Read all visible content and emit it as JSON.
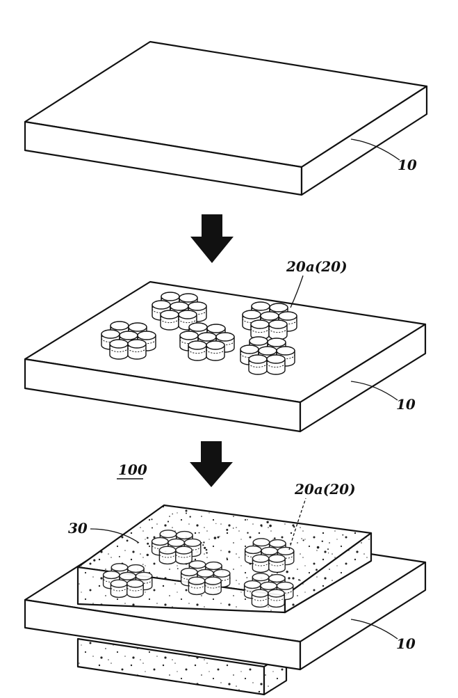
{
  "figure": {
    "step1": {
      "substrate_label": "10"
    },
    "step2": {
      "cluster_label": "20a(20)",
      "substrate_label": "10"
    },
    "step3": {
      "device_label": "100",
      "encapsulant_label": "30",
      "cluster_label": "20a(20)",
      "substrate_label": "10"
    },
    "arrows": [
      "process-arrow-1",
      "process-arrow-2"
    ]
  }
}
